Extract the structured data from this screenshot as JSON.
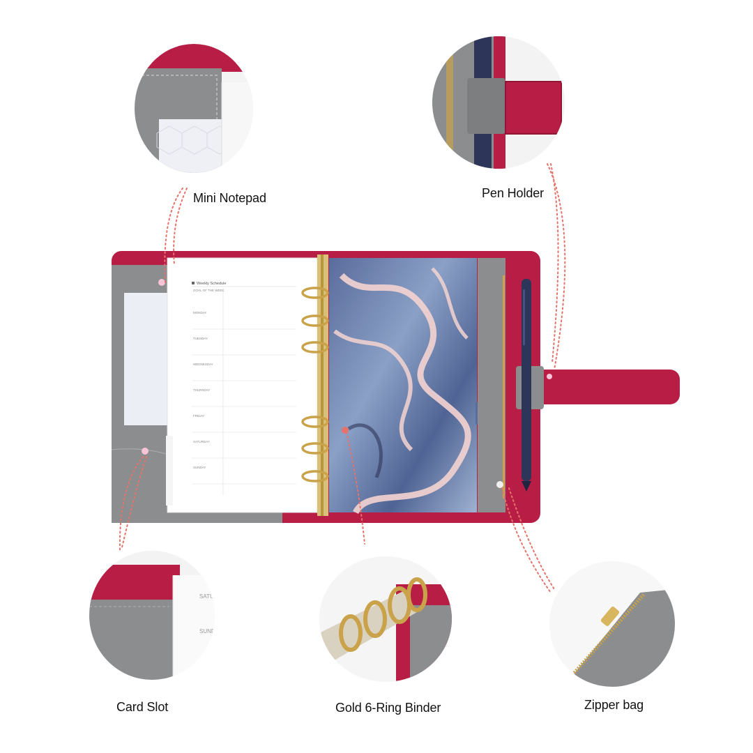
{
  "callouts": {
    "mini_notepad": "Mini Notepad",
    "pen_holder": "Pen Holder",
    "card_slot": "Card Slot",
    "gold_ring_binder": "Gold 6-Ring Binder",
    "zipper_bag": "Zipper bag"
  },
  "planner_sheet": {
    "title": "Weekly Schedule",
    "subtitle": "GOAL OF THE WEEK",
    "days": [
      "MONDAY",
      "TUESDAY",
      "WEDNESDAY",
      "THURSDAY",
      "FRIDAY",
      "SATURDAY",
      "SUNDAY"
    ]
  },
  "card_slot_inset_text": [
    "SATU",
    "SUND"
  ],
  "colors": {
    "leather_red": "#b81e45",
    "leather_grey": "#8b8d8f",
    "gold": "#c9a24a",
    "pen_navy": "#2d3658",
    "dotted_line": "#e5736a"
  }
}
